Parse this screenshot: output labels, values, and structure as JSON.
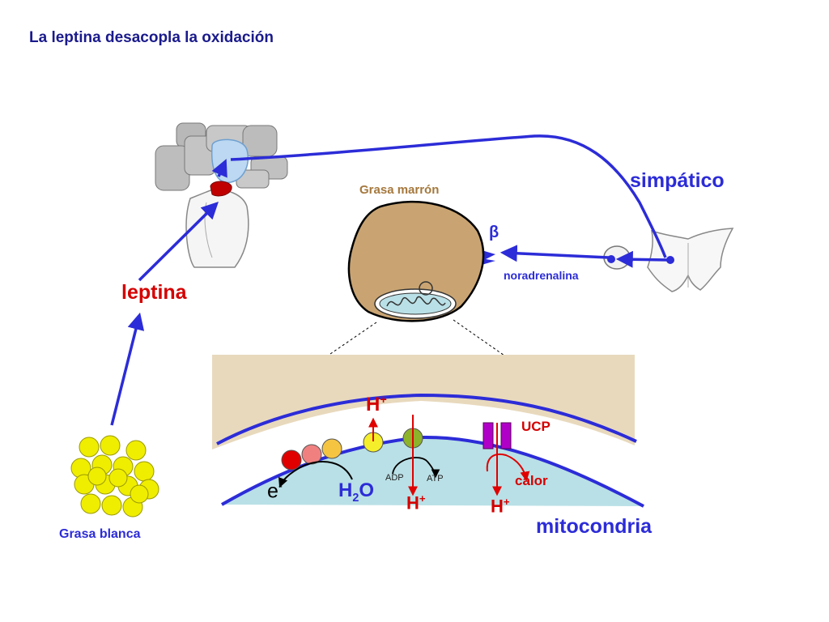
{
  "title": "La leptina desacopla la oxidación",
  "labels": {
    "simpatico": "simpático",
    "grasa_marron": "Grasa marrón",
    "beta": "β",
    "noradrenalina": "noradrenalina",
    "leptina": "leptina",
    "grasa_blanca": "Grasa blanca",
    "ucp": "UCP",
    "calor": "calor",
    "mitocondria": "mitocondria",
    "adp": "ADP",
    "atp": "ATP",
    "electron": "e",
    "electron_sup": "-",
    "h_plus_1": "H",
    "h_plus_2": "H",
    "h_plus_3": "H",
    "plus": "+",
    "water_h": "H",
    "water_2": "2",
    "water_o": "O"
  },
  "colors": {
    "arrow_blue": "#2c2cd8",
    "proton_red": "#e00000",
    "fat_brown": "#c9a472",
    "matrix": "#b9e0e6",
    "cytosol": "#e8d9bd",
    "fat_yellow": "#f0ee00",
    "ucp_purple": "#b000c8"
  }
}
